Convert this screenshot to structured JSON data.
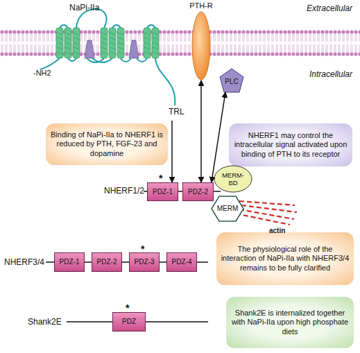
{
  "diagram": {
    "nodes": [
      {
        "text": [
          "NaPi-IIa",
          "-NH2",
          "TRL"
        ]
      },
      {
        "text": [
          "PTH-R"
        ]
      },
      {
        "text": [
          "PLC"
        ]
      },
      {
        "text": [
          "Binding of NaPi-IIa to NHERF1 is reduced by PTH, FGF-23 and dopamine"
        ]
      },
      {
        "text": [
          "NHERF1 may control the intracellular signal activated upon binding of PTH to its receptor"
        ]
      },
      {
        "text": [
          "PDZ-1"
        ]
      },
      {
        "text": [
          "PDZ-2"
        ]
      },
      {
        "text": [
          "MERM-BD"
        ]
      },
      {
        "text": [
          "MERM"
        ]
      },
      {
        "text": [
          "PDZ-1"
        ]
      },
      {
        "text": [
          "PDZ-2"
        ]
      },
      {
        "text": [
          "PDZ-3"
        ]
      },
      {
        "text": [
          "PDZ-4"
        ]
      },
      {
        "text": [
          "The physiological role of the interaction of NaPi-IIa with NHERF3/4 remains to be fully clarified"
        ]
      },
      {
        "text": [
          "PDZ"
        ]
      },
      {
        "text": [
          "Shank2E is internalized together with NaPi-IIa upon high phosphate diets"
        ]
      }
    ],
    "edges": [
      {
        "from": 0,
        "to": 5,
        "arrow": "to"
      },
      {
        "from": 1,
        "to": 6,
        "arrow": "both"
      },
      {
        "from": 2,
        "to": 6,
        "arrow": "both"
      }
    ],
    "labels": [
      "Extracellular",
      "Intracellular",
      "*",
      "NHERF1/2",
      "actin",
      "*",
      "NHERF3/4",
      "*",
      "Shank2E"
    ]
  }
}
